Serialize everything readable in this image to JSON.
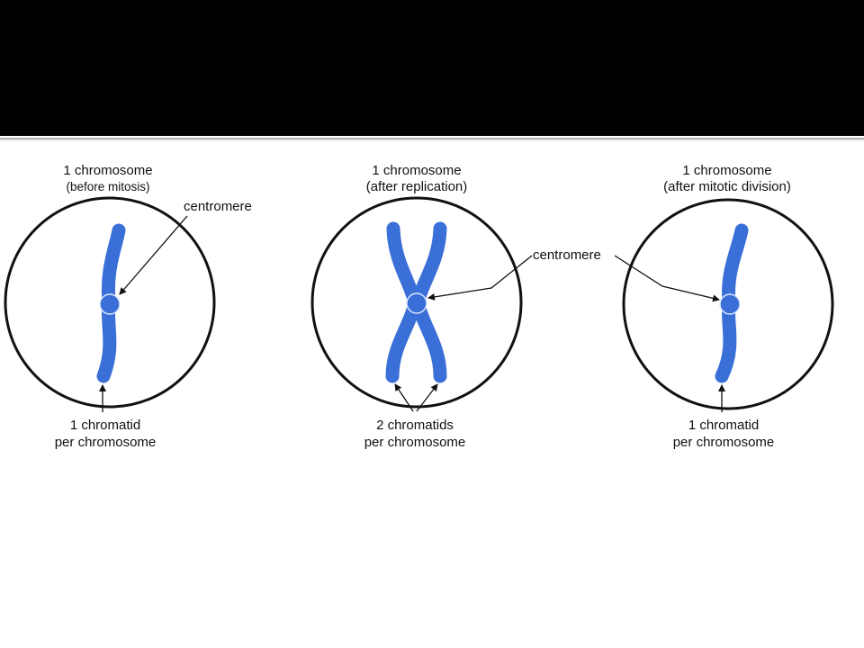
{
  "colors": {
    "chromosome": "#3a6fd8",
    "chromosome_edge": "#2d5cc0",
    "circle": "#111111",
    "background": "#ffffff",
    "title_bar": "#000000"
  },
  "panels": [
    {
      "title": "1 chromosome",
      "subtitle": "(before mitosis)",
      "centromere_label": "centromere",
      "chromatid_label_line1": "1 chromatid",
      "chromatid_label_line2": "per chromosome"
    },
    {
      "title": "1 chromosome",
      "subtitle": "(after replication)",
      "centromere_label": "centromere",
      "chromatid_label_line1": "2 chromatids",
      "chromatid_label_line2": "per chromosome"
    },
    {
      "title": "1 chromosome",
      "subtitle": "(after mitotic division)",
      "chromatid_label_line1": "1 chromatid",
      "chromatid_label_line2": "per chromosome"
    }
  ]
}
